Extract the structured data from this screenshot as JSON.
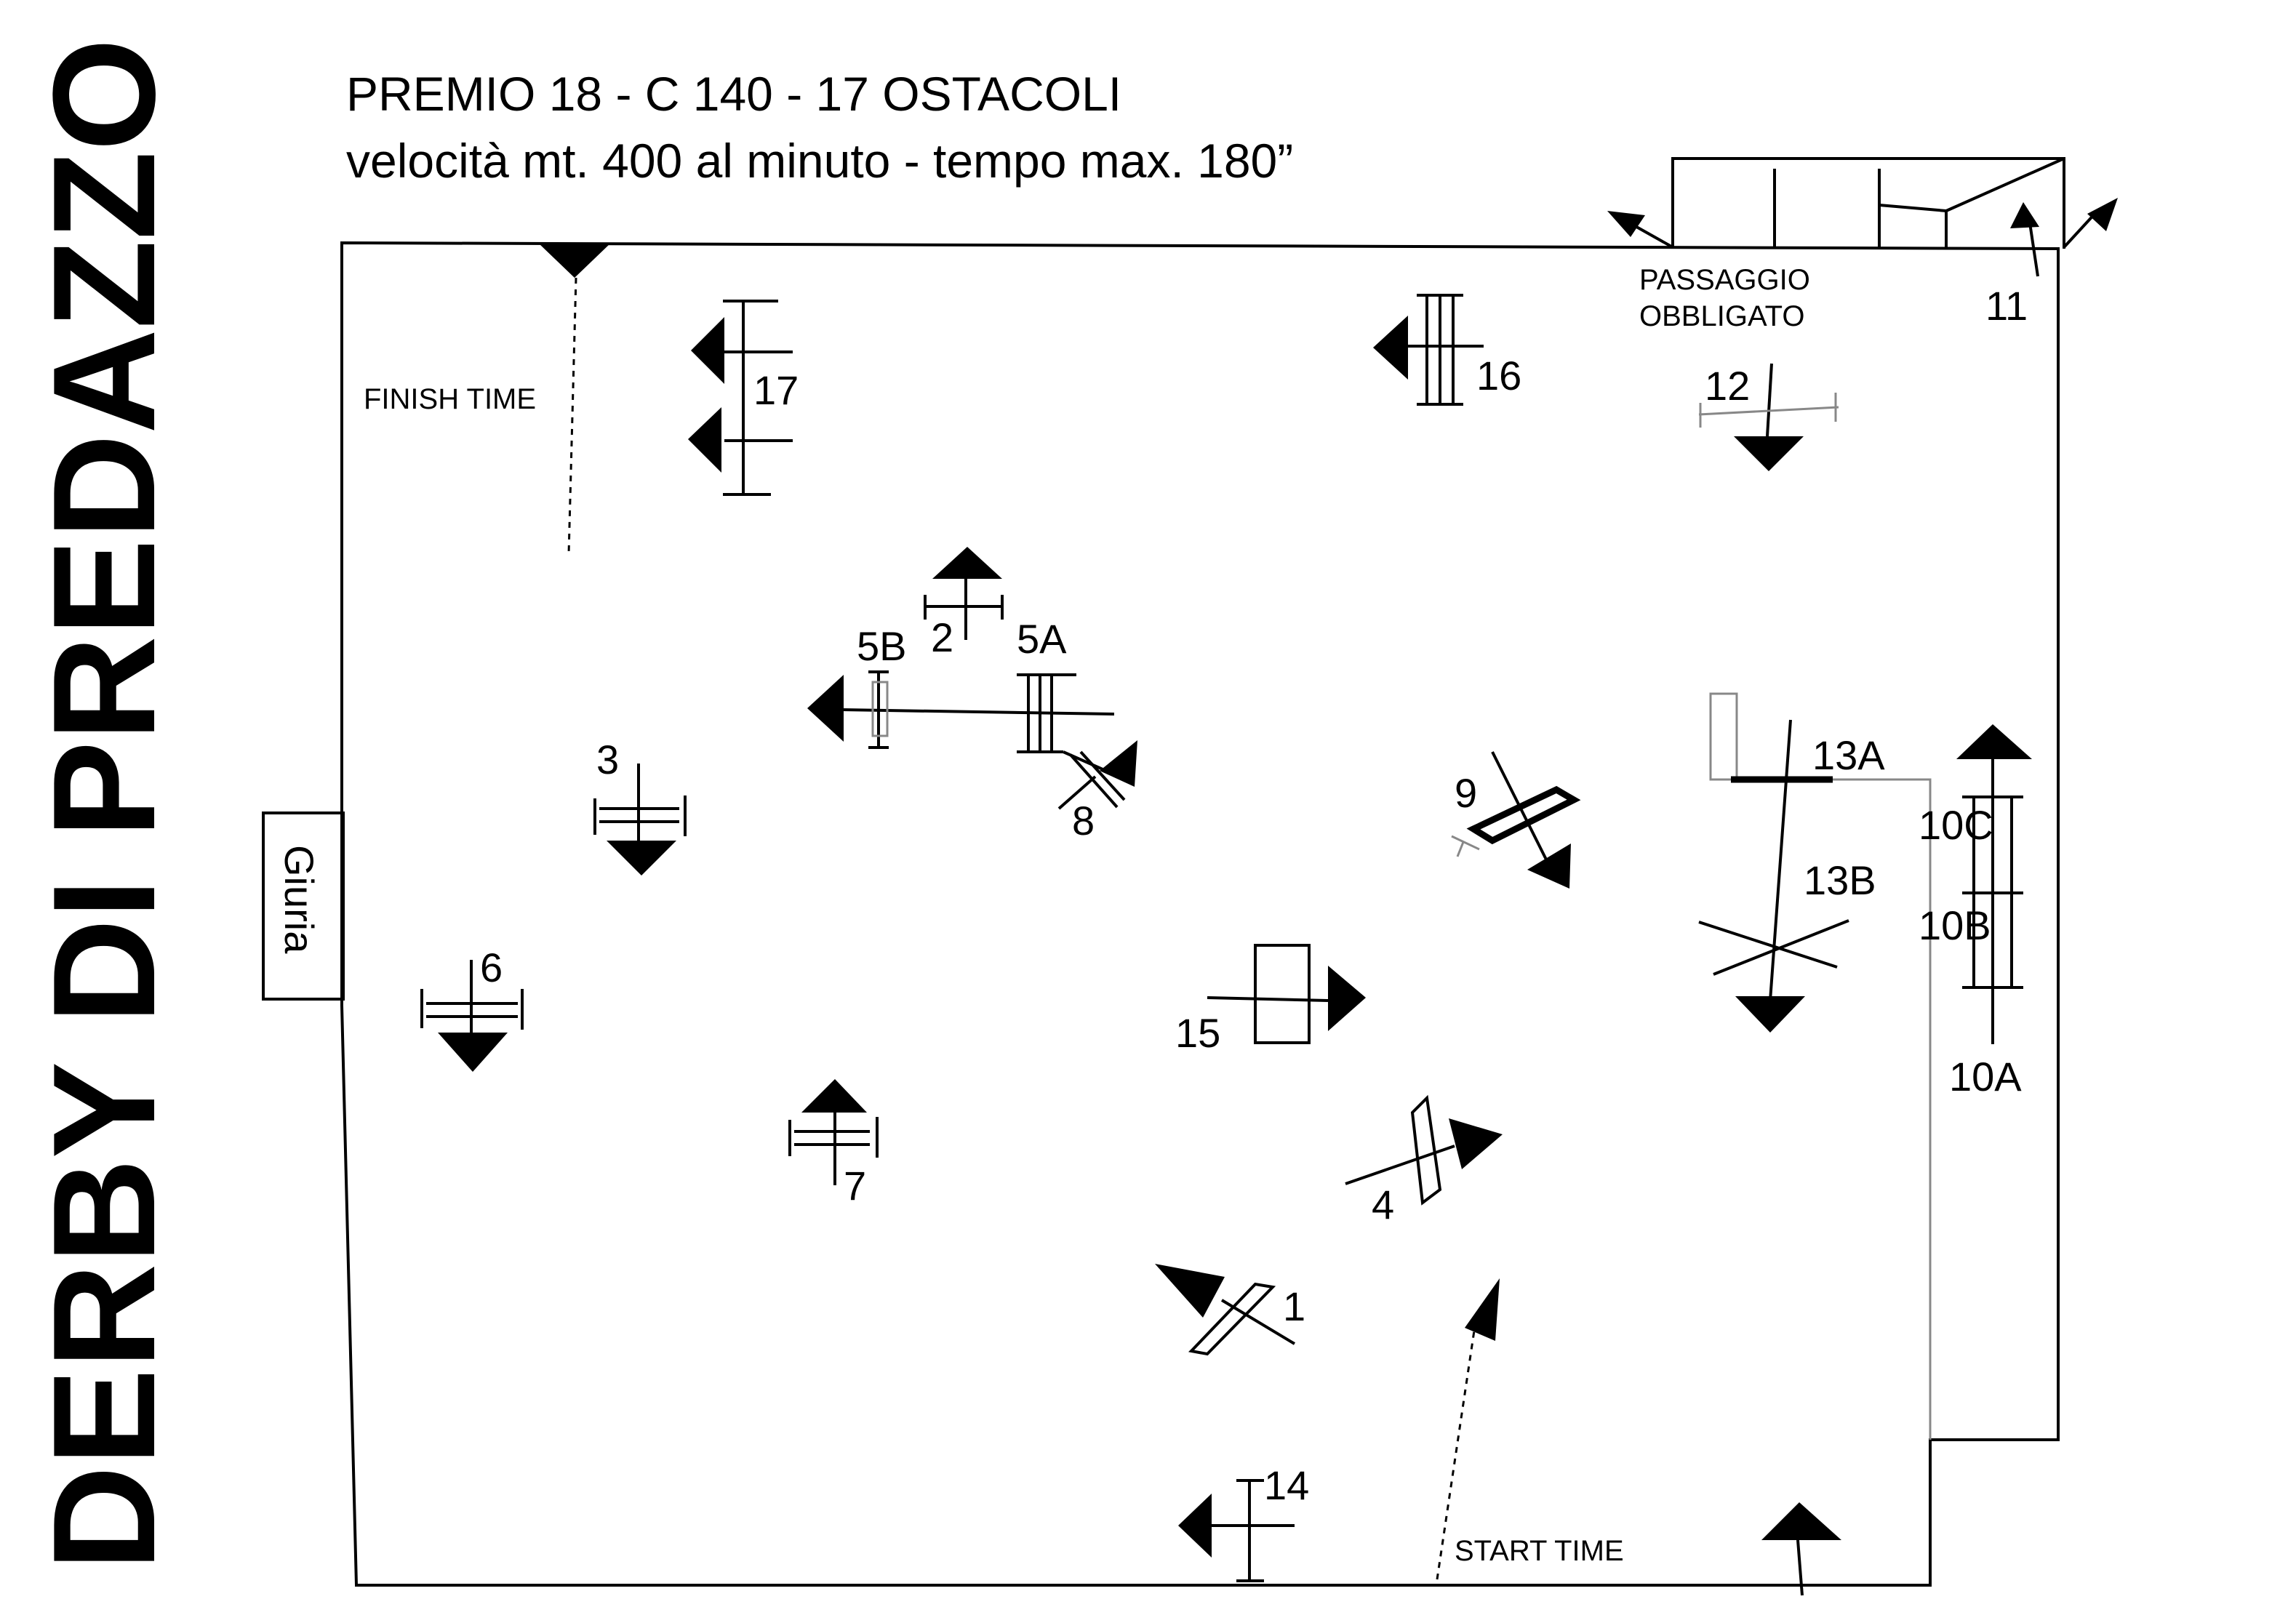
{
  "title": "DERBY DI PREDAZZO",
  "header": {
    "line1": "PREMIO 18 - C 140 - 17 OSTACOLI",
    "line2": "velocità mt. 400 al minuto - tempo max. 180”"
  },
  "labels": {
    "finish_time": "FINISH TIME",
    "start_time": "START TIME",
    "passaggio": "PASSAGGIO",
    "obbligato": "OBBLIGATO",
    "giuria": "Giuria"
  },
  "obstacles": {
    "o1": "1",
    "o2": "2",
    "o3": "3",
    "o4": "4",
    "o5a": "5A",
    "o5b": "5B",
    "o6": "6",
    "o7": "7",
    "o8": "8",
    "o9": "9",
    "o10a": "10A",
    "o10b": "10B",
    "o10c": "10C",
    "o11": "11",
    "o12": "12",
    "o13a": "13A",
    "o13b": "13B",
    "o14": "14",
    "o15": "15",
    "o16": "16",
    "o17": "17"
  }
}
